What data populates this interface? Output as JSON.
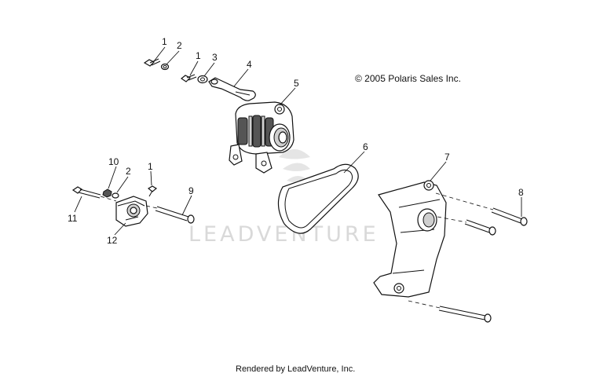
{
  "copyright": "© 2005 Polaris Sales Inc.",
  "watermark": "LEADVENTURE",
  "footer": "Rendered by LeadVenture, Inc.",
  "callouts": [
    "1",
    "2",
    "1",
    "3",
    "4",
    "5",
    "6",
    "7",
    "8",
    "10",
    "2",
    "1",
    "9",
    "11",
    "12"
  ]
}
